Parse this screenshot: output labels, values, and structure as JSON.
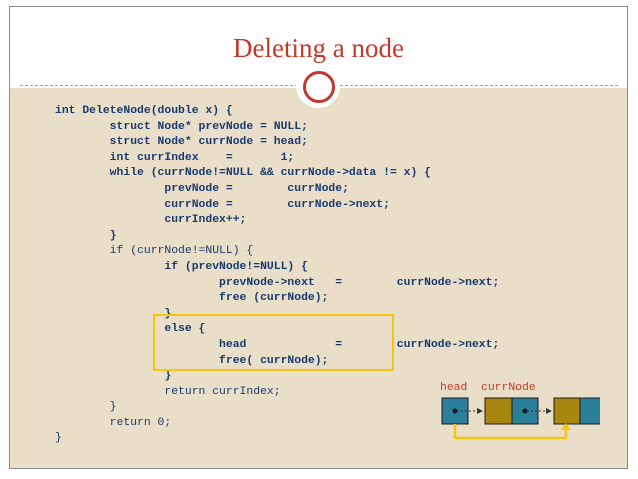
{
  "slide": {
    "title": "Deleting a node"
  },
  "code_lines": [
    {
      "text": "int DeleteNode(double x) {",
      "bold": true
    },
    {
      "text": "        struct Node* prevNode = NULL;",
      "bold": true
    },
    {
      "text": "        struct Node* currNode = head;",
      "bold": true
    },
    {
      "text": "        int currIndex    =       1;",
      "bold": true
    },
    {
      "text": "        while (currNode!=NULL && currNode->data != x) {",
      "bold": true
    },
    {
      "text": "                prevNode =        currNode;",
      "bold": true
    },
    {
      "text": "                currNode =        currNode->next;",
      "bold": true
    },
    {
      "text": "                currIndex++;",
      "bold": true
    },
    {
      "text": "        }",
      "bold": true
    },
    {
      "text": "        if (currNode!=NULL) {",
      "bold": false
    },
    {
      "text": "                if (prevNode!=NULL) {",
      "bold": true
    },
    {
      "text": "                        prevNode->next   =        currNode->next;",
      "bold": true
    },
    {
      "text": "                        free (currNode);",
      "bold": true
    },
    {
      "text": "                }",
      "bold": true
    },
    {
      "text": "                else {",
      "bold": true
    },
    {
      "text": "                        head             =        currNode->next;",
      "bold": true
    },
    {
      "text": "                        free( currNode);",
      "bold": true
    },
    {
      "text": "                }",
      "bold": true
    },
    {
      "text": "                return currIndex;",
      "bold": false
    },
    {
      "text": "        }",
      "bold": false
    },
    {
      "text": "        return 0;",
      "bold": false
    },
    {
      "text": "}",
      "bold": false
    }
  ],
  "diagram": {
    "head_label": "head",
    "curr_label": "currNode",
    "colors": {
      "data_cell": "#a8860f",
      "pointer_cell": "#2a7f9a",
      "arrow": "#f5c40f",
      "link": "#333333",
      "accent": "#c0392b",
      "highlight": "#f5c40f"
    }
  }
}
